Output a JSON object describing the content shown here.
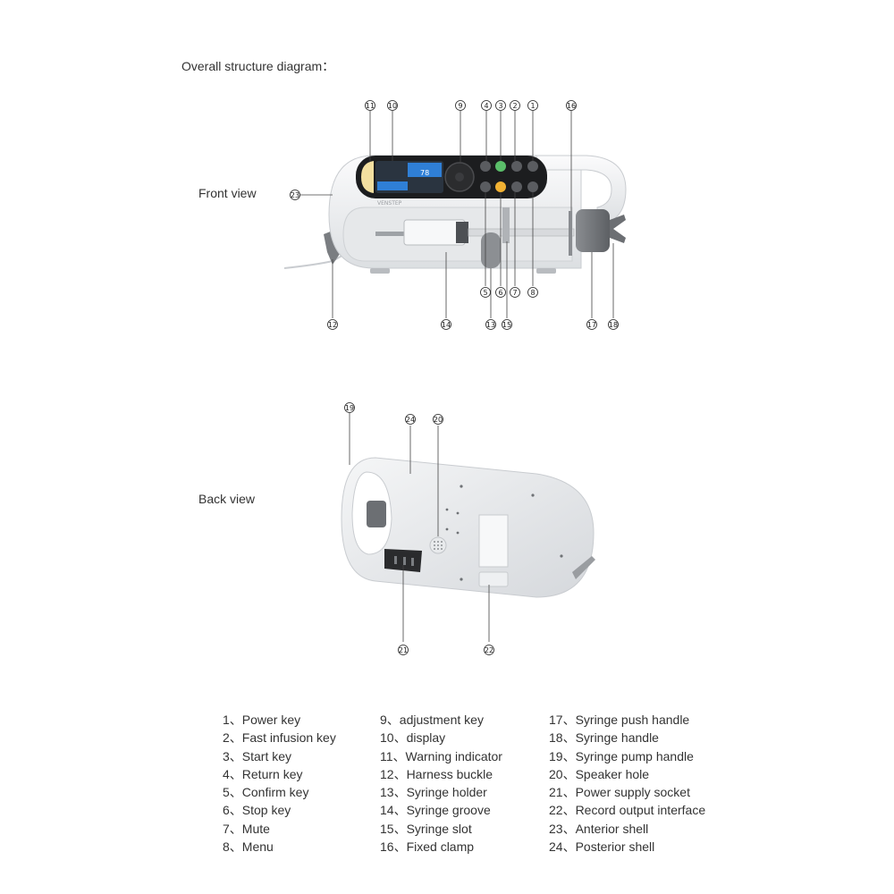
{
  "title": "Overall structure diagram：",
  "front_label": "Front  view",
  "back_label": "Back  view",
  "device": {
    "brand": "VENSTEP"
  },
  "callouts": {
    "c1": "1",
    "c2": "2",
    "c3": "3",
    "c4": "4",
    "c5": "5",
    "c6": "6",
    "c7": "7",
    "c8": "8",
    "c9": "9",
    "c10": "10",
    "c11": "11",
    "c12": "12",
    "c13": "13",
    "c14": "14",
    "c15": "15",
    "c16": "16",
    "c17": "17",
    "c18": "18",
    "c19": "19",
    "c20": "20",
    "c21": "21",
    "c22": "22",
    "c23": "23",
    "c24": "24"
  },
  "legend": {
    "col1": [
      "1、Power key",
      "2、Fast infusion key",
      "3、Start key",
      "4、Return key",
      "5、Confirm key",
      "6、Stop key",
      "7、Mute",
      "8、Menu"
    ],
    "col2": [
      "9、adjustment key",
      "10、display",
      "11、Warning indicator",
      "12、Harness buckle",
      "13、Syringe holder",
      "14、Syringe groove",
      "15、Syringe slot",
      "16、Fixed clamp"
    ],
    "col3": [
      "17、Syringe push handle",
      "18、Syringe handle",
      "19、Syringe pump handle",
      "20、Speaker hole",
      "21、Power supply socket",
      "22、Record output interface",
      "23、Anterior shell",
      "24、Posterior shell"
    ]
  },
  "colors": {
    "shell": "#f1f2f3",
    "outline": "#c9ccd0",
    "panel": "#1c1d1f",
    "screen_blue": "#2f7fd6",
    "key_green": "#5bbf6a",
    "key_orange": "#f2b233",
    "warning_yellow": "#f3dfa0",
    "leader": "#444444"
  }
}
